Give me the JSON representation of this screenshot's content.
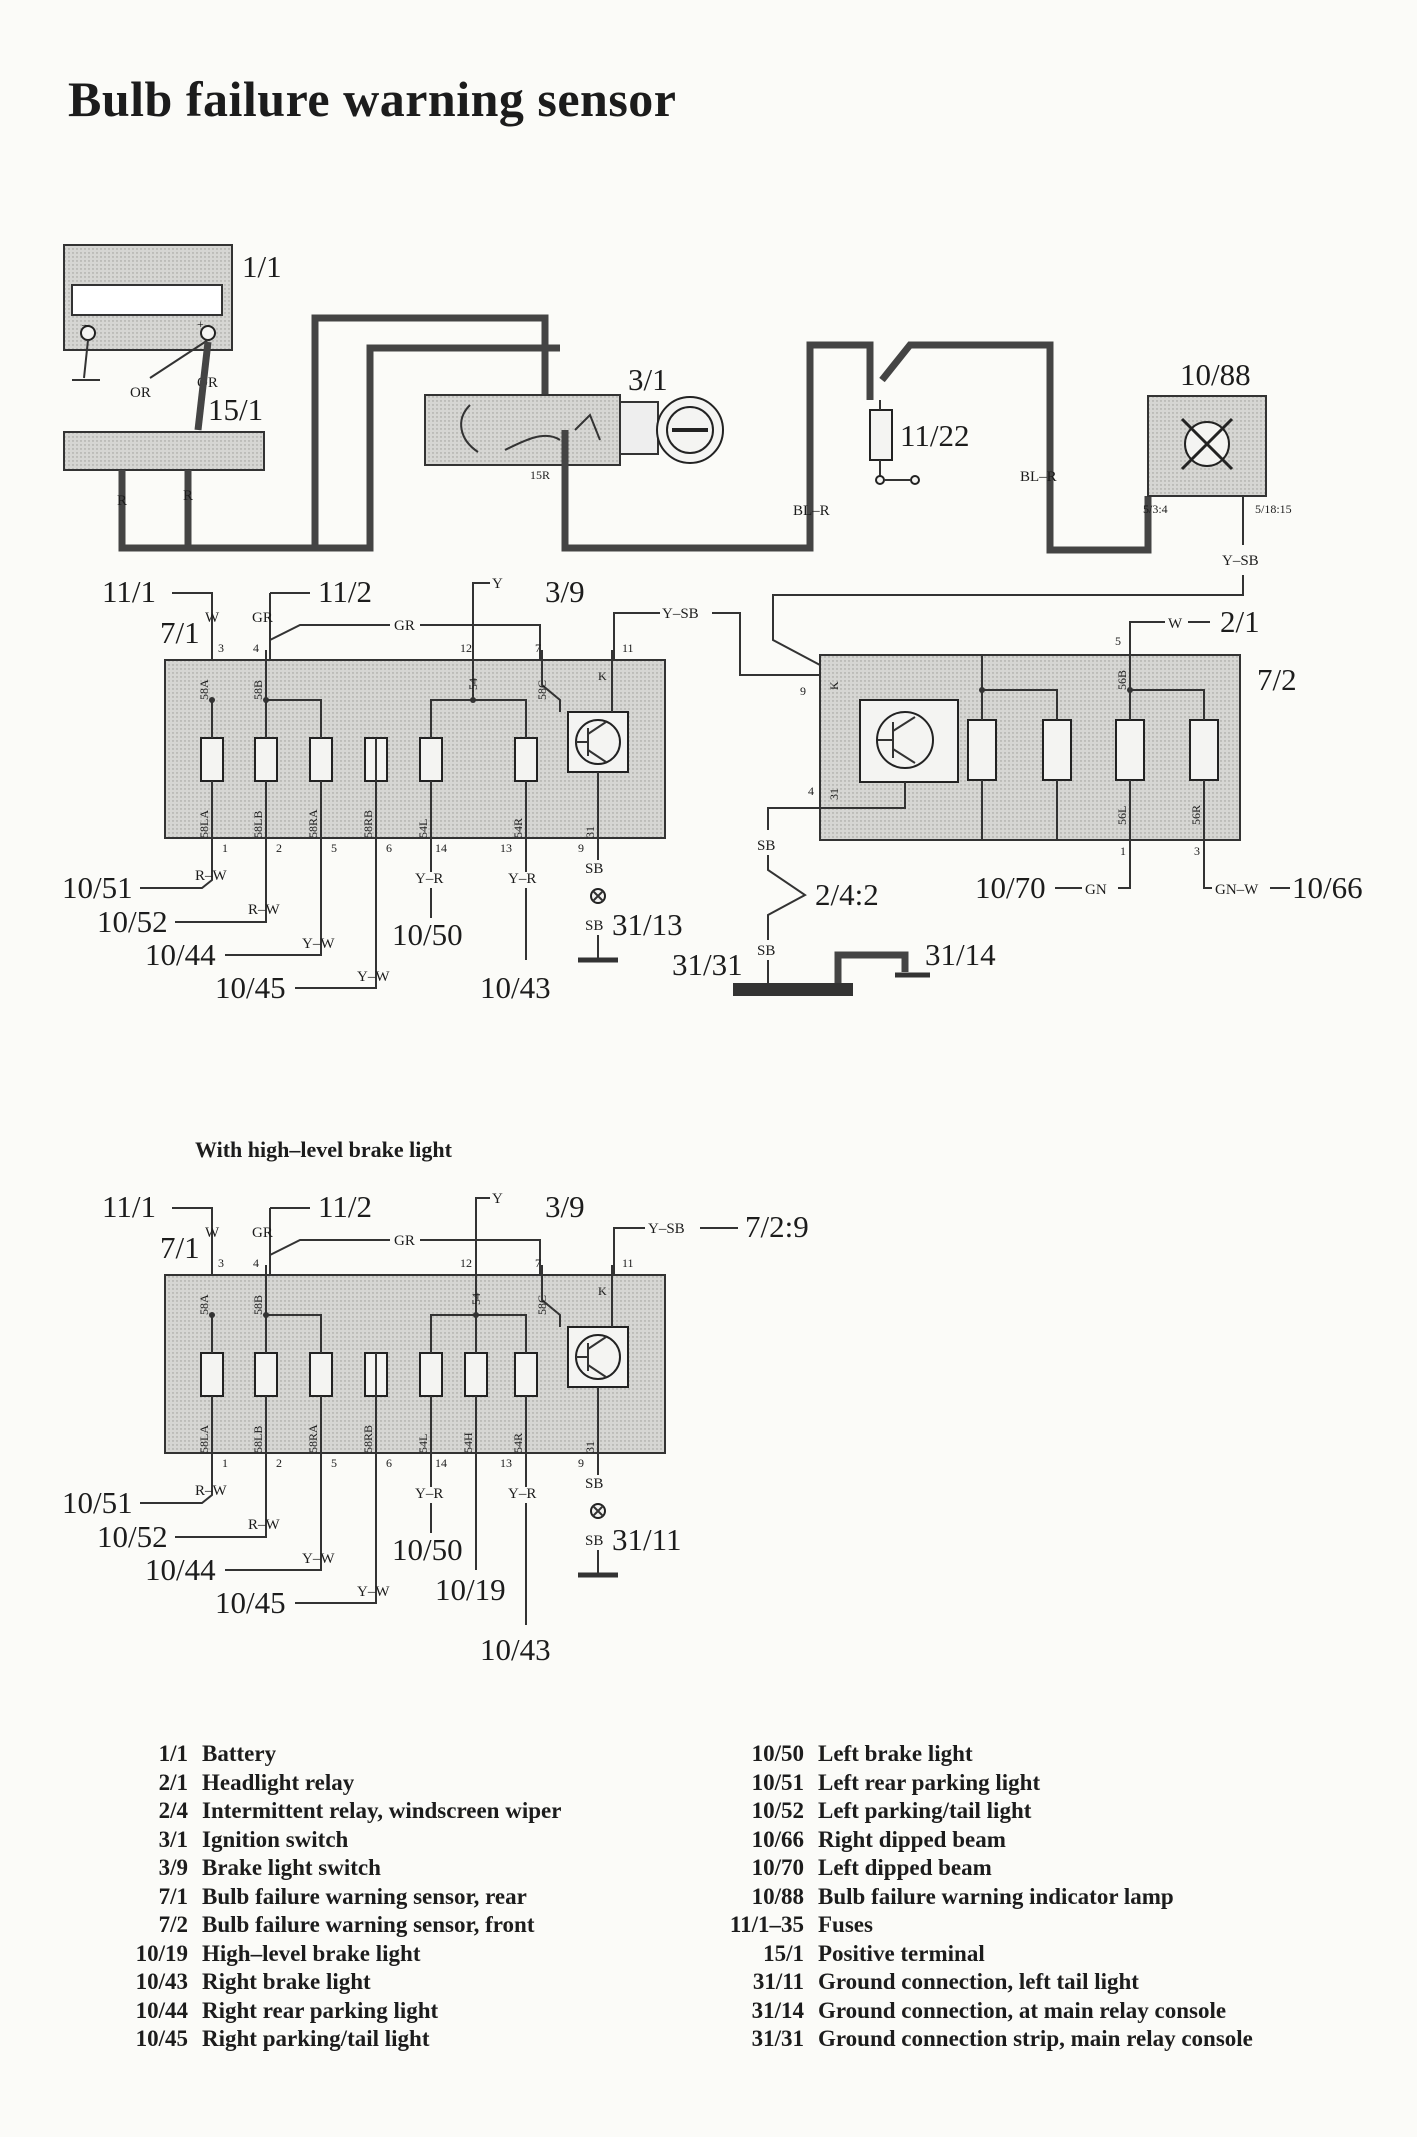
{
  "title": "Bulb failure warning sensor",
  "subtitle": "With high–level brake light",
  "components": {
    "c1_1": "1/1",
    "c15_1": "15/1",
    "c3_1": "3/1",
    "c11_22": "11/22",
    "c10_88": "10/88",
    "c11_1": "11/1",
    "c11_2": "11/2",
    "c3_9": "3/9",
    "c7_1": "7/1",
    "c7_2": "7/2",
    "c2_1": "2/1",
    "c10_51": "10/51",
    "c10_52": "10/52",
    "c10_44": "10/44",
    "c10_45": "10/45",
    "c10_50": "10/50",
    "c10_43": "10/43",
    "c31_13": "31/13",
    "c31_31": "31/31",
    "c31_14": "31/14",
    "c2_4_2": "2/4:2",
    "c10_70": "10/70",
    "c10_66": "10/66",
    "c31_11": "31/11",
    "c10_19": "10/19",
    "c7_2_9": "7/2:9"
  },
  "wires": {
    "or": "OR",
    "r": "R",
    "bl_r": "BL–R",
    "y_sb": "Y–SB",
    "w": "W",
    "gr": "GR",
    "y": "Y",
    "r_w": "R–W",
    "y_w": "Y–W",
    "y_r": "Y–R",
    "sb": "SB",
    "gn": "GN",
    "gn_w": "GN–W"
  },
  "terminals": {
    "t15r": "15R",
    "t5_3_4": "5/3:4",
    "t5_18_15": "5/18:15",
    "p3": "3",
    "p4": "4",
    "p12": "12",
    "p7": "7",
    "p11": "11",
    "p1": "1",
    "p2": "2",
    "p5": "5",
    "p6": "6",
    "p14": "14",
    "p13": "13",
    "p9": "9",
    "n58a": "58A",
    "n58b": "58B",
    "n54": "54",
    "n58c": "58C",
    "nk": "K",
    "n58la": "58LA",
    "n58lb": "58LB",
    "n58ra": "58RA",
    "n58rb": "58RB",
    "n54l": "54L",
    "n54r": "54R",
    "n54h": "54H",
    "n31": "31",
    "n56b": "56B",
    "n56l": "56L",
    "n56r": "56R"
  },
  "legend_left": [
    {
      "code": "1/1",
      "desc": "Battery"
    },
    {
      "code": "2/1",
      "desc": "Headlight relay"
    },
    {
      "code": "2/4",
      "desc": "Intermittent relay, windscreen wiper"
    },
    {
      "code": "3/1",
      "desc": "Ignition switch"
    },
    {
      "code": "3/9",
      "desc": "Brake light switch"
    },
    {
      "code": "7/1",
      "desc": "Bulb failure warning sensor, rear"
    },
    {
      "code": "7/2",
      "desc": "Bulb failure warning sensor, front"
    },
    {
      "code": "10/19",
      "desc": "High–level brake light"
    },
    {
      "code": "10/43",
      "desc": "Right brake light"
    },
    {
      "code": "10/44",
      "desc": "Right rear parking light"
    },
    {
      "code": "10/45",
      "desc": "Right parking/tail light"
    }
  ],
  "legend_right": [
    {
      "code": "10/50",
      "desc": "Left brake light"
    },
    {
      "code": "10/51",
      "desc": "Left rear parking light"
    },
    {
      "code": "10/52",
      "desc": "Left parking/tail light"
    },
    {
      "code": "10/66",
      "desc": "Right dipped beam"
    },
    {
      "code": "10/70",
      "desc": "Left dipped beam"
    },
    {
      "code": "10/88",
      "desc": "Bulb failure warning indicator lamp"
    },
    {
      "code": "11/1–35",
      "desc": "Fuses"
    },
    {
      "code": "15/1",
      "desc": "Positive terminal"
    },
    {
      "code": "31/11",
      "desc": "Ground connection, left tail light"
    },
    {
      "code": "31/14",
      "desc": "Ground connection, at main relay console"
    },
    {
      "code": "31/31",
      "desc": "Ground connection strip, main relay console"
    }
  ]
}
